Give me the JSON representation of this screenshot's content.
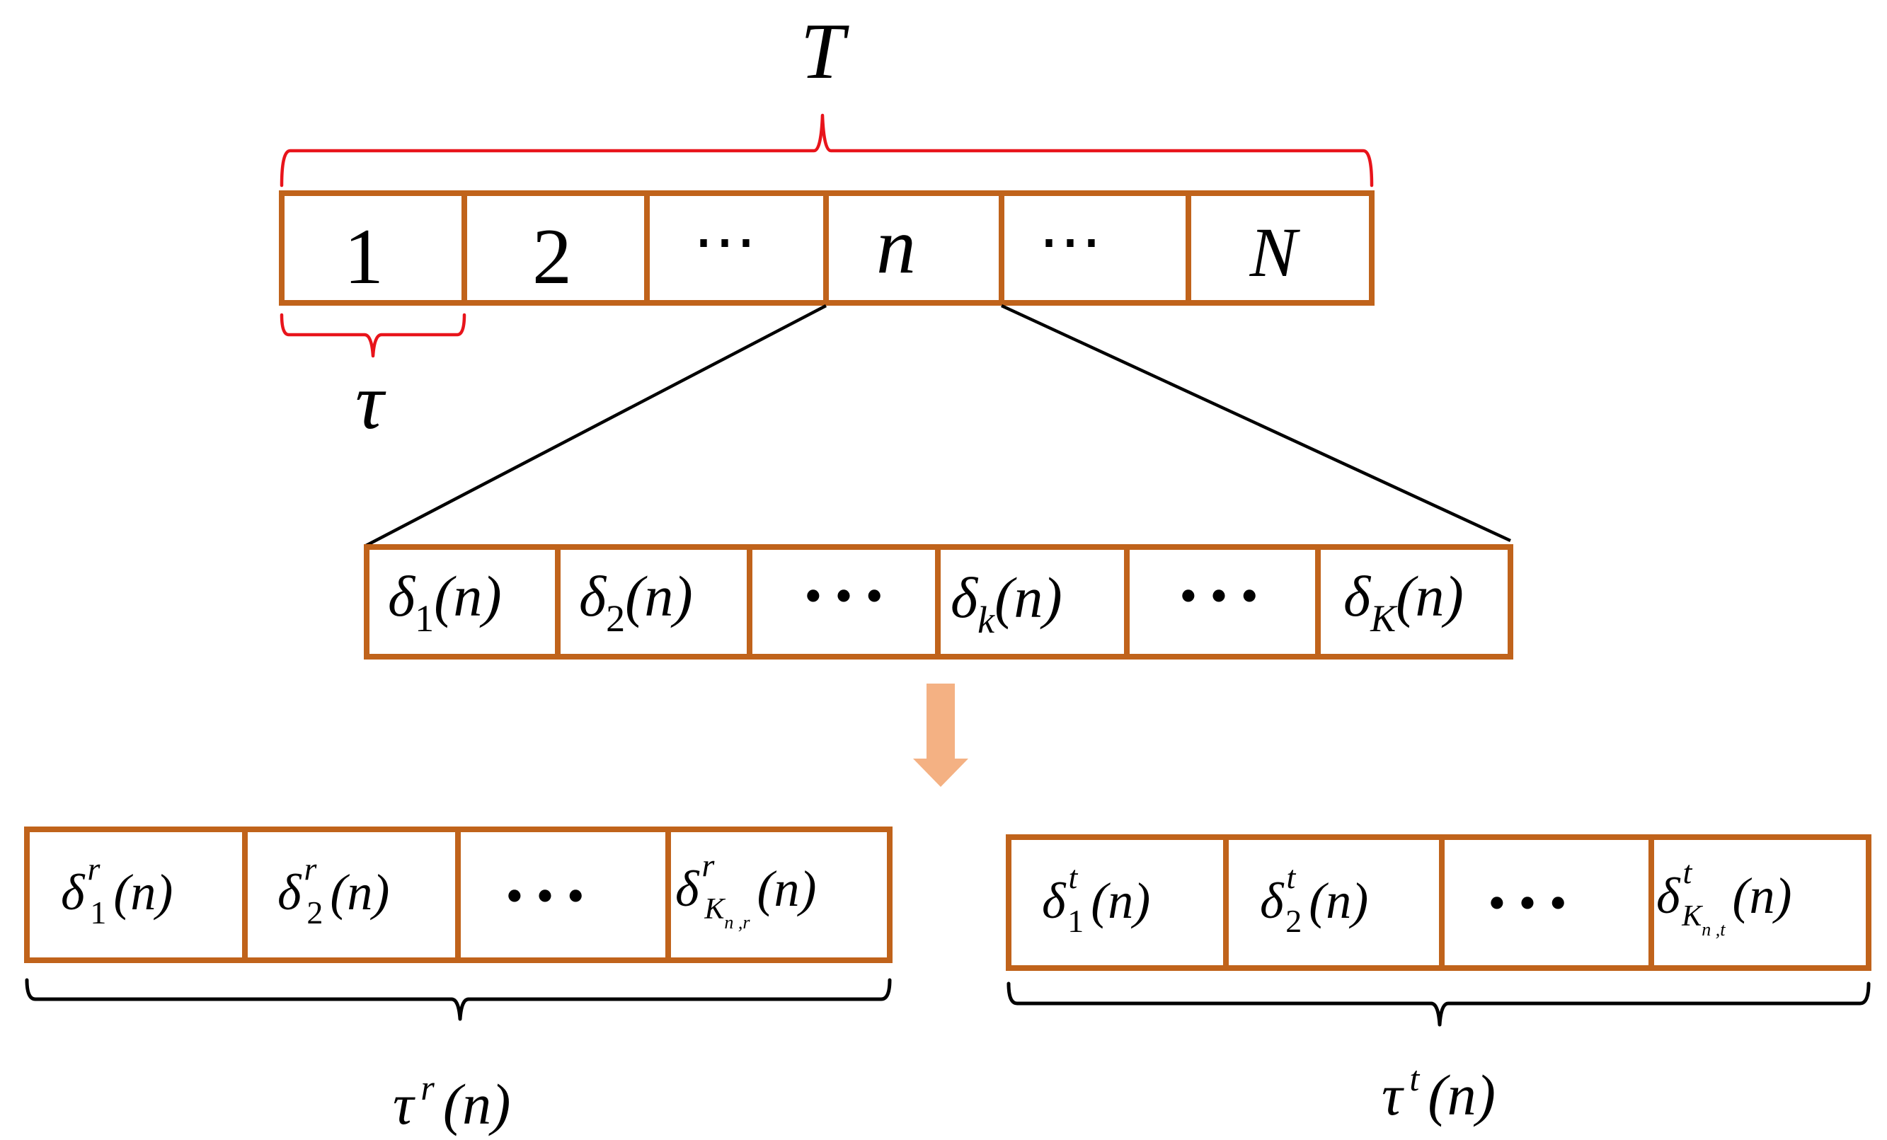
{
  "colors": {
    "cell_border": "#C0631B",
    "brace_top": "#E8141B",
    "brace_bottom": "#000000",
    "arrow": "#F4B183",
    "text": "#000000"
  },
  "labels": {
    "total_period": "T",
    "slot_length": "τ"
  },
  "frame_slots": [
    "1",
    "2",
    "⋯",
    "n",
    "⋯",
    "N"
  ],
  "delta": "δ",
  "n_arg": "(n)",
  "dots": "• • •",
  "subslots": {
    "sub_1": "1",
    "sub_2": "2",
    "sub_k": "k",
    "sub_K": "K"
  },
  "reflection": {
    "sup": "r",
    "sub_1": "1",
    "sub_2": "2",
    "sub_K": "K",
    "sub_K_index": "n ,r",
    "brace_label_main": "τ",
    "brace_label_sup": "r",
    "brace_label_arg": "(n)"
  },
  "transmission": {
    "sup": "t",
    "sub_1": "1",
    "sub_2": "2",
    "sub_K": "K",
    "sub_K_index": "n ,t",
    "brace_label_main": "τ",
    "brace_label_sup": "t",
    "brace_label_arg": "(n)"
  }
}
